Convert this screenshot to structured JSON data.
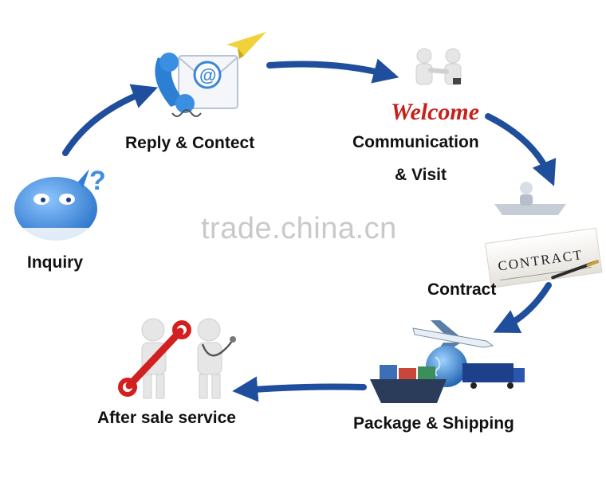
{
  "watermark": "trade.china.cn",
  "steps": {
    "inquiry": "Inquiry",
    "reply": "Reply & Contect",
    "communication_line1": "Communication",
    "communication_line2": "& Visit",
    "contract": "Contract",
    "shipping": "Package & Shipping",
    "after_sale": "After sale service"
  },
  "picture_text": {
    "welcome": "Welcome",
    "contract_paper": "CONTRACT",
    "email_symbol": "@",
    "question_mark": "?"
  },
  "colors": {
    "arrow": "#1f4e9c",
    "person": "#e6e6e6",
    "wrench": "#d21f1f",
    "welcome": "#c8201c",
    "bubble": "#3f8fe0"
  },
  "icons": [
    "question-bubble-icon",
    "phone-email-icon",
    "handshake-icon",
    "meeting-icon",
    "contract-paper-icon",
    "shipping-icon",
    "service-people-icon"
  ]
}
